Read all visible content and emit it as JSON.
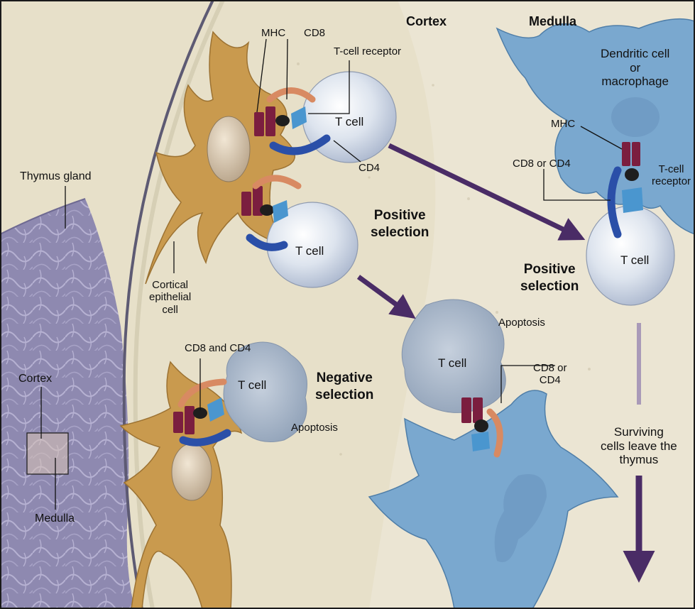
{
  "regions": {
    "cortex": "Cortex",
    "medulla": "Medulla"
  },
  "gland": {
    "title": "Thymus gland",
    "cortex": "Cortex",
    "medulla": "Medulla"
  },
  "cortex_cells": {
    "epithelial_line1": "Cortical",
    "epithelial_line2": "epithelial",
    "epithelial_line3": "cell",
    "mhc": "MHC",
    "cd8": "CD8",
    "tcr": "T-cell receptor",
    "cd4": "CD4",
    "tcell_1": "T cell",
    "tcell_2": "T cell",
    "positive_line1": "Positive",
    "positive_line2": "selection",
    "cd8_and_cd4": "CD8 and CD4",
    "tcell_3": "T cell",
    "negative_line1": "Negative",
    "negative_line2": "selection",
    "apoptosis_1": "Apoptosis"
  },
  "middle": {
    "apoptosis": "Apoptosis",
    "tcell": "T cell",
    "cd8_or_line1": "CD8 or",
    "cd8_or_line2": "CD4"
  },
  "medulla_cells": {
    "dendritic_line1": "Dendritic cell",
    "dendritic_line2": "or",
    "dendritic_line3": "macrophage",
    "mhc": "MHC",
    "cd8_or_cd4": "CD8 or CD4",
    "tcr_line1": "T-cell",
    "tcr_line2": "receptor",
    "tcell": "T cell",
    "positive_line1": "Positive",
    "positive_line2": "selection",
    "surviving_line1": "Surviving",
    "surviving_line2": "cells leave the",
    "surviving_line3": "thymus"
  },
  "colors": {
    "background": "#e9e3cf",
    "gland_tissue": "#8e89b0",
    "epithelial_cell": "#c99a4e",
    "dendritic_cell": "#7aa8cf",
    "t_cell": "#dde4ee",
    "mhc": "#7b1e3f",
    "tcr": "#4a96cf",
    "cd4": "#2a4fa8",
    "cd8": "#d88a62",
    "arrow": "#4a2c66"
  }
}
